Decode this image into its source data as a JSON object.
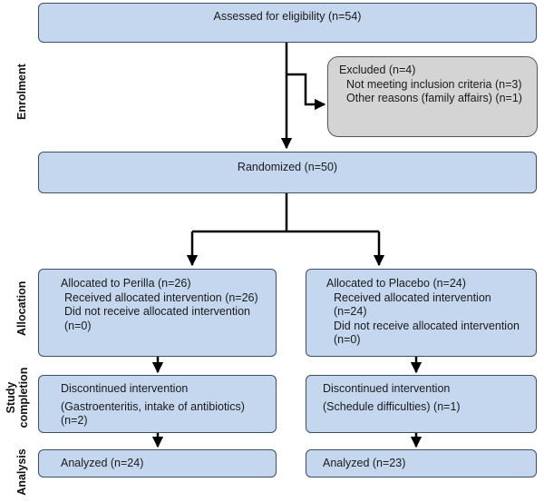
{
  "stages": {
    "enrolment": "Enrolment",
    "allocation": "Allocation",
    "study_line1": "Study",
    "study_line2": "completion",
    "analysis": "Analysis"
  },
  "eligibility": {
    "text": "Assessed for eligibility (n=54)"
  },
  "excluded": {
    "title": "Excluded (n=4)",
    "items": [
      "Not meeting inclusion criteria (n=3)",
      "Other reasons (family affairs) (n=1)"
    ]
  },
  "randomized": {
    "text": "Randomized (n=50)"
  },
  "perilla": {
    "allocation": {
      "title": "Allocated  to Perilla (n=26)",
      "received": "Received allocated intervention (n=26)",
      "not_received_1": "Did not receive allocated intervention",
      "not_received_2": "(n=0)"
    },
    "completion": {
      "title": "Discontinued intervention",
      "reason": "(Gastroenteritis, intake of antibiotics)",
      "count": "(n=2)"
    },
    "analysis": {
      "text": "Analyzed (n=24)"
    }
  },
  "placebo": {
    "allocation": {
      "title": "Allocated to Placebo (n=24)",
      "received_1": "Received allocated intervention",
      "received_2": "(n=24)",
      "not_received_1": "Did not receive allocated intervention",
      "not_received_2": "(n=0)"
    },
    "completion": {
      "title": "Discontinued intervention",
      "reason": "(Schedule difficulties) (n=1)"
    },
    "analysis": {
      "text": "Analyzed (n=23)"
    }
  },
  "colors": {
    "box_fill": "#c5d7ee",
    "box_border": "#3a4f6a",
    "excluded_fill": "#d4d4d4",
    "arrow": "#000000"
  }
}
